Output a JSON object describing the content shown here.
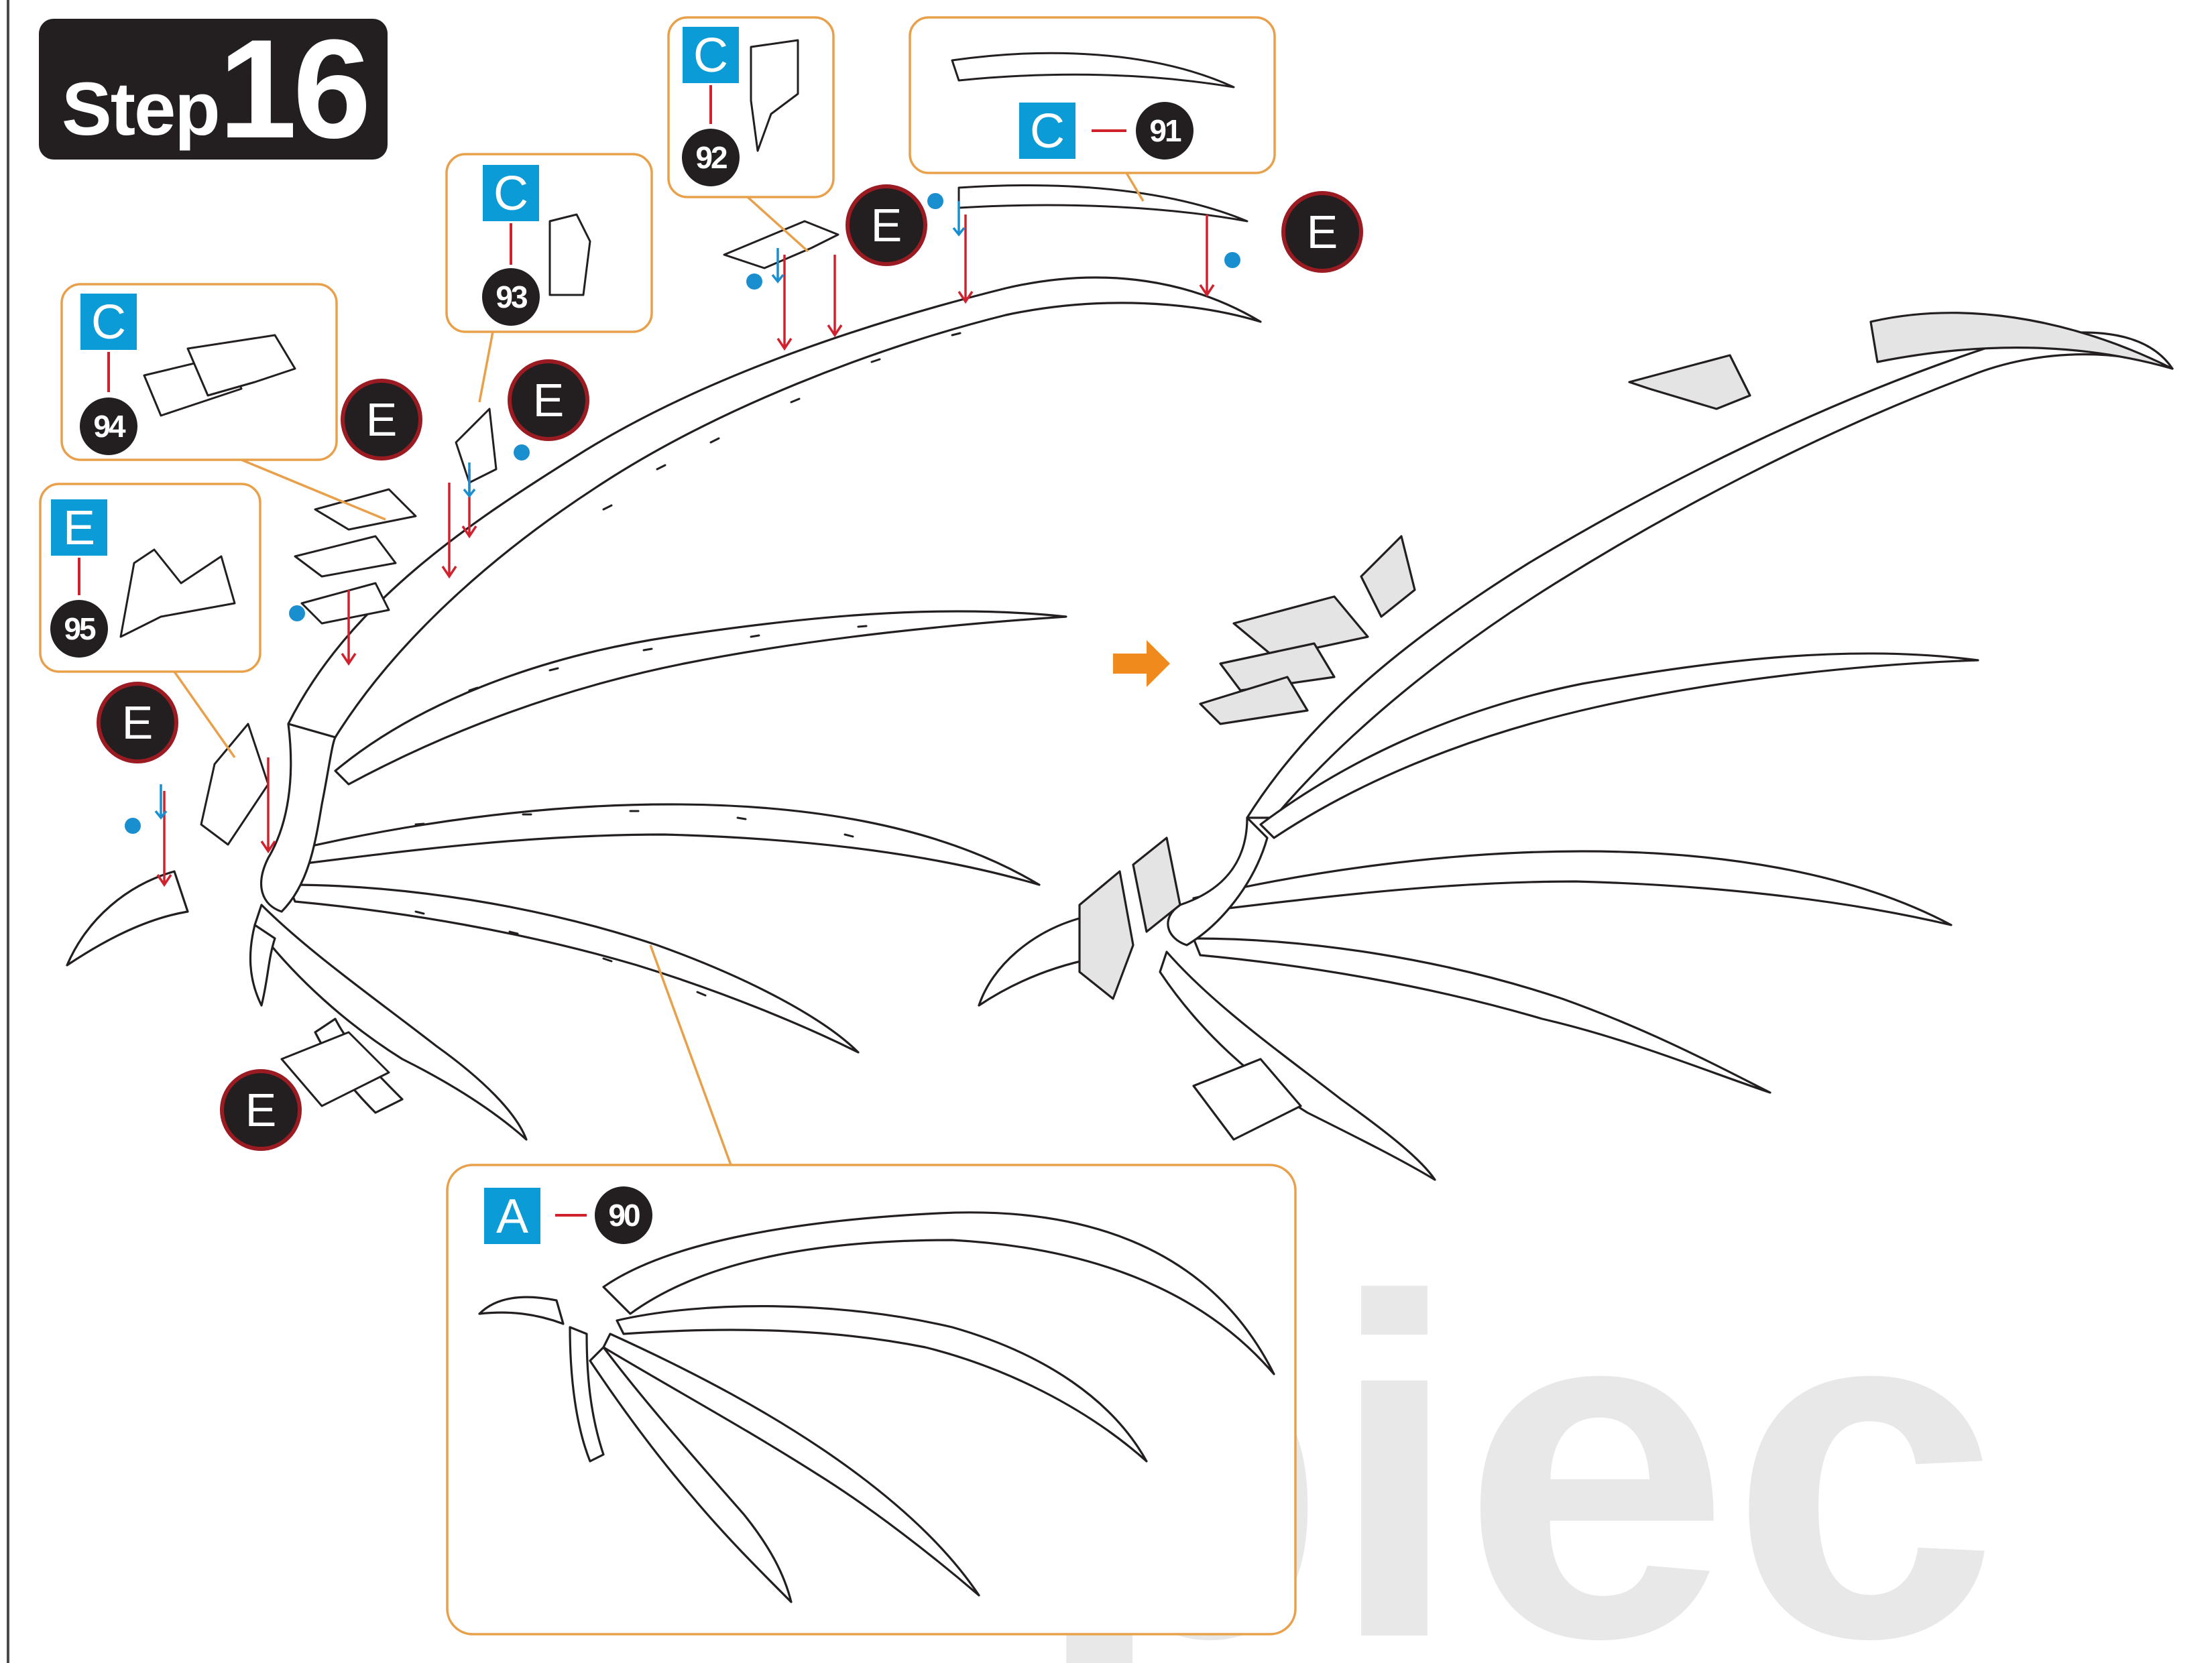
{
  "step": {
    "word": "Step",
    "number": "16"
  },
  "callouts": [
    {
      "id": "c94",
      "sheet": "C",
      "part": "94"
    },
    {
      "id": "c93",
      "sheet": "C",
      "part": "93"
    },
    {
      "id": "c92",
      "sheet": "C",
      "part": "92"
    },
    {
      "id": "c91",
      "sheet": "C",
      "part": "91"
    },
    {
      "id": "e95",
      "sheet": "E",
      "part": "95"
    },
    {
      "id": "a90",
      "sheet": "A",
      "part": "90"
    }
  ],
  "glue_markers": {
    "label": "E",
    "count": 6
  },
  "watermark": "piec",
  "colors": {
    "callout_border": "#e8a04a",
    "sheet_letter_bg": "#0b9bd7",
    "part_number_bg": "#231f20",
    "glue_marker_ring": "#9a1b22",
    "fold_arrow_red": "#d0212e",
    "fold_arrow_blue": "#1a8fd0",
    "result_arrow": "#f08a1c"
  },
  "icons": {
    "result_arrow": "arrow-right-icon",
    "glue_dot": "blue-dot-icon"
  }
}
